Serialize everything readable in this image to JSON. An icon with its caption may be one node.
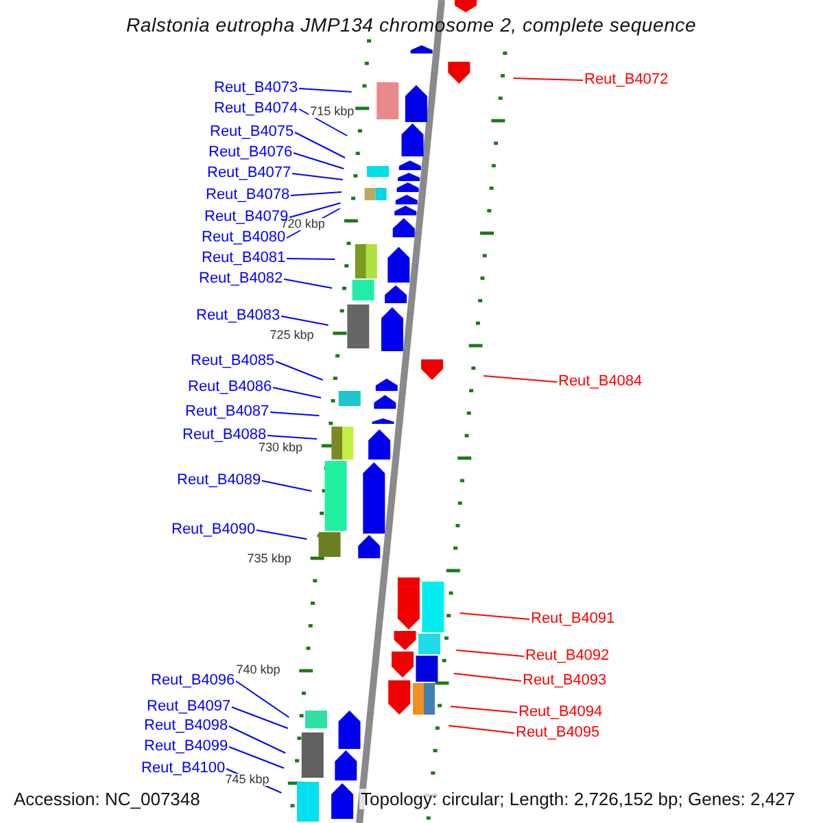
{
  "diagram": {
    "title": "Ralstonia eutropha JMP134 chromosome 2, complete sequence",
    "nodes": [
      {
        "text": [
          "Reut_B4072"
        ]
      },
      {
        "text": [
          "Reut_B4073"
        ]
      },
      {
        "text": [
          "Reut_B4074"
        ]
      },
      {
        "text": [
          "Reut_B4075"
        ]
      },
      {
        "text": [
          "Reut_B4076"
        ]
      },
      {
        "text": [
          "Reut_B4077"
        ]
      },
      {
        "text": [
          "Reut_B4078"
        ]
      },
      {
        "text": [
          "Reut_B4079"
        ]
      },
      {
        "text": [
          "Reut_B4080"
        ]
      },
      {
        "text": [
          "Reut_B4081"
        ]
      },
      {
        "text": [
          "Reut_B4082"
        ]
      },
      {
        "text": [
          "Reut_B4083"
        ]
      },
      {
        "text": [
          "Reut_B4084"
        ]
      },
      {
        "text": [
          "Reut_B4085"
        ]
      },
      {
        "text": [
          "Reut_B4086"
        ]
      },
      {
        "text": [
          "Reut_B4087"
        ]
      },
      {
        "text": [
          "Reut_B4088"
        ]
      },
      {
        "text": [
          "Reut_B4089"
        ]
      },
      {
        "text": [
          "Reut_B4090"
        ]
      },
      {
        "text": [
          "Reut_B4091"
        ]
      },
      {
        "text": [
          "Reut_B4092"
        ]
      },
      {
        "text": [
          "Reut_B4093"
        ]
      },
      {
        "text": [
          "Reut_B4094"
        ]
      },
      {
        "text": [
          "Reut_B4095"
        ]
      },
      {
        "text": [
          "Reut_B4096"
        ]
      },
      {
        "text": [
          "Reut_B4097"
        ]
      },
      {
        "text": [
          "Reut_B4098"
        ]
      },
      {
        "text": [
          "Reut_B4099"
        ]
      },
      {
        "text": [
          "Reut_B4100"
        ]
      }
    ],
    "edges": [
      {
        "from": 0,
        "to": null,
        "arrow": "none",
        "color": "#ff0000"
      },
      {
        "from": 1,
        "to": null,
        "arrow": "none"
      },
      {
        "from": 2,
        "to": null,
        "arrow": "none"
      },
      {
        "from": 3,
        "to": null,
        "arrow": "none"
      },
      {
        "from": 4,
        "to": null,
        "arrow": "none"
      },
      {
        "from": 5,
        "to": null,
        "arrow": "none"
      },
      {
        "from": 6,
        "to": null,
        "arrow": "none"
      },
      {
        "from": 7,
        "to": null,
        "arrow": "none"
      },
      {
        "from": 8,
        "to": null,
        "arrow": "none"
      },
      {
        "from": 9,
        "to": null,
        "arrow": "none"
      },
      {
        "from": 10,
        "to": null,
        "arrow": "none"
      },
      {
        "from": 11,
        "to": null,
        "arrow": "none"
      },
      {
        "from": 12,
        "to": null,
        "arrow": "none",
        "color": "#ff0000"
      },
      {
        "from": 13,
        "to": null,
        "arrow": "none"
      },
      {
        "from": 14,
        "to": null,
        "arrow": "none"
      },
      {
        "from": 15,
        "to": null,
        "arrow": "none"
      },
      {
        "from": 16,
        "to": null,
        "arrow": "none"
      },
      {
        "from": 17,
        "to": null,
        "arrow": "none"
      },
      {
        "from": 18,
        "to": null,
        "arrow": "none"
      },
      {
        "from": 19,
        "to": null,
        "arrow": "none",
        "color": "#ff0000"
      },
      {
        "from": 20,
        "to": null,
        "arrow": "none",
        "color": "#ff0000"
      },
      {
        "from": 21,
        "to": null,
        "arrow": "none",
        "color": "#ff0000"
      },
      {
        "from": 22,
        "to": null,
        "arrow": "none",
        "color": "#ff0000"
      },
      {
        "from": 23,
        "to": null,
        "arrow": "none",
        "color": "#ff0000"
      },
      {
        "from": 24,
        "to": null,
        "arrow": "none"
      },
      {
        "from": 25,
        "to": null,
        "arrow": "none"
      },
      {
        "from": 26,
        "to": null,
        "arrow": "none"
      },
      {
        "from": 27,
        "to": null,
        "arrow": "none"
      },
      {
        "from": 28,
        "to": null,
        "arrow": "none"
      }
    ],
    "labels": [
      "715 kbp",
      "720 kbp",
      "725 kbp",
      "730 kbp",
      "735 kbp",
      "740 kbp",
      "745 kbp",
      "Accession: NC_007348",
      "Topology: circular; Length: 2,726,152 bp; Genes: 2,427"
    ]
  }
}
